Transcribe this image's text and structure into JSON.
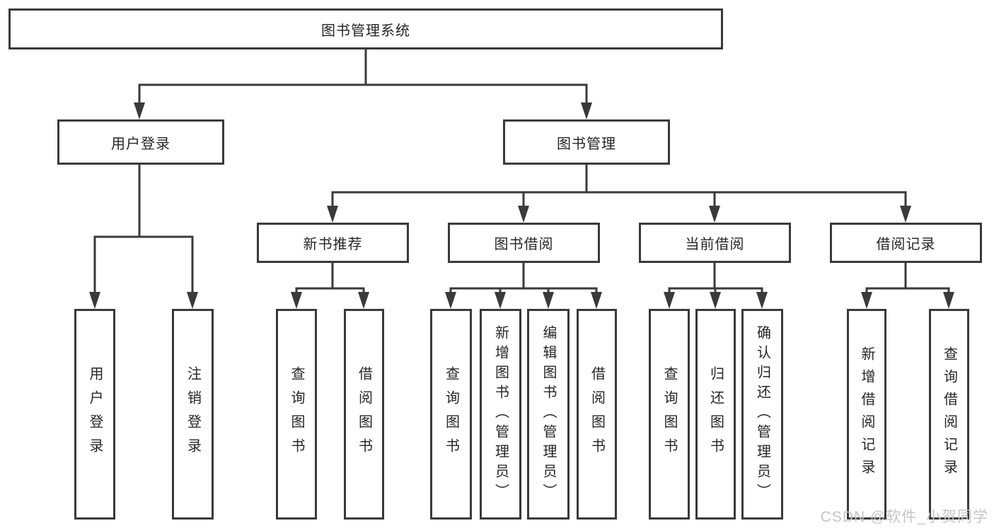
{
  "colors": {
    "line": "#3a3a3a",
    "box_border": "#3a3a3a",
    "background": "#ffffff",
    "text": "#262626",
    "watermark": "#c6c6c6"
  },
  "tree": {
    "label": "图书管理系统",
    "children": [
      {
        "label": "用户登录",
        "children": [
          {
            "label": "用户登录"
          },
          {
            "label": "注销登录"
          }
        ]
      },
      {
        "label": "图书管理",
        "children": [
          {
            "label": "新书推荐",
            "children": [
              {
                "label": "查询图书"
              },
              {
                "label": "借阅图书"
              }
            ]
          },
          {
            "label": "图书借阅",
            "children": [
              {
                "label": "查询图书"
              },
              {
                "label": "新增图书（管理员）"
              },
              {
                "label": "编辑图书（管理员）"
              },
              {
                "label": "借阅图书"
              }
            ]
          },
          {
            "label": "当前借阅",
            "children": [
              {
                "label": "查询图书"
              },
              {
                "label": "归还图书"
              },
              {
                "label": "确认归还（管理员）"
              }
            ]
          },
          {
            "label": "借阅记录",
            "children": [
              {
                "label": "新增借阅记录"
              },
              {
                "label": "查询借阅记录"
              }
            ]
          }
        ]
      }
    ]
  },
  "watermark": "CSDN @软件_小贺同学"
}
